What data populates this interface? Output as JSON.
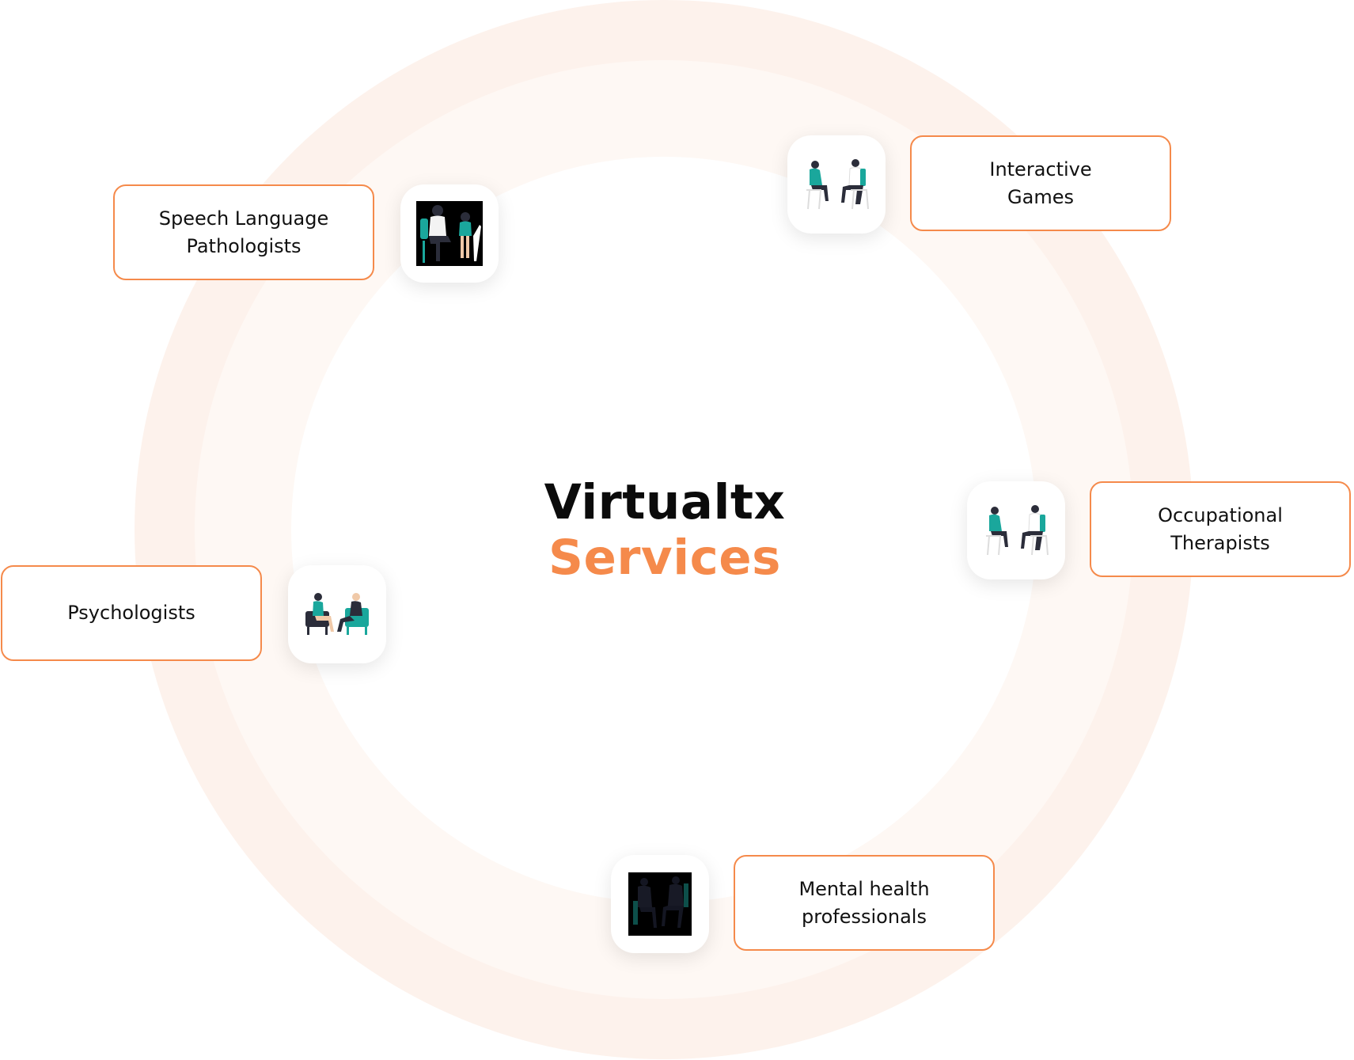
{
  "title": {
    "line1": "Virtualtx",
    "line2": "Services"
  },
  "colors": {
    "accent": "#f58a4b",
    "title_dark": "#0b0b0b",
    "ring_outer": "#fdf2ec",
    "ring_mid": "#fef8f4",
    "teal": "#1aa79c",
    "figure_dark": "#2b2d3a"
  },
  "services": [
    {
      "id": "slp",
      "label": "Speech Language\nPathologists",
      "icon": "therapist-with-child-icon"
    },
    {
      "id": "games",
      "label": "Interactive\nGames",
      "icon": "two-people-seated-icon"
    },
    {
      "id": "ot",
      "label": "Occupational\nTherapists",
      "icon": "two-people-seated-icon"
    },
    {
      "id": "psych",
      "label": "Psychologists",
      "icon": "counseling-session-icon"
    },
    {
      "id": "mhp",
      "label": "Mental health\nprofessionals",
      "icon": "dark-session-icon"
    }
  ]
}
